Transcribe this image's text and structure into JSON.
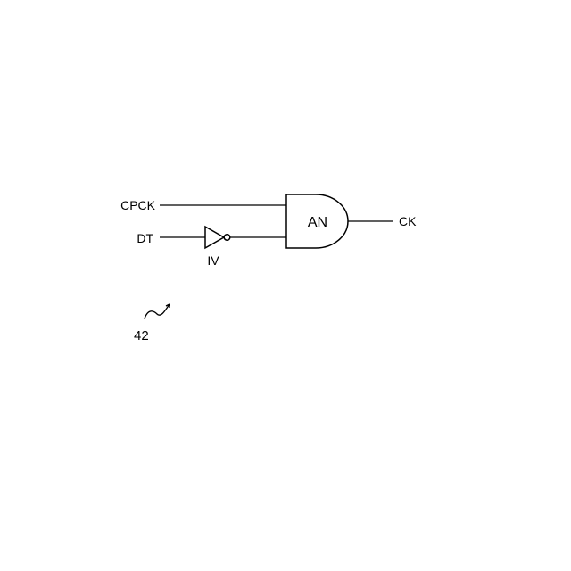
{
  "inputs": {
    "cpck": "CPCK",
    "dt": "DT"
  },
  "gates": {
    "and_gate": "AN",
    "inverter": "IV"
  },
  "outputs": {
    "ck": "CK"
  },
  "reference_numeral": "42"
}
